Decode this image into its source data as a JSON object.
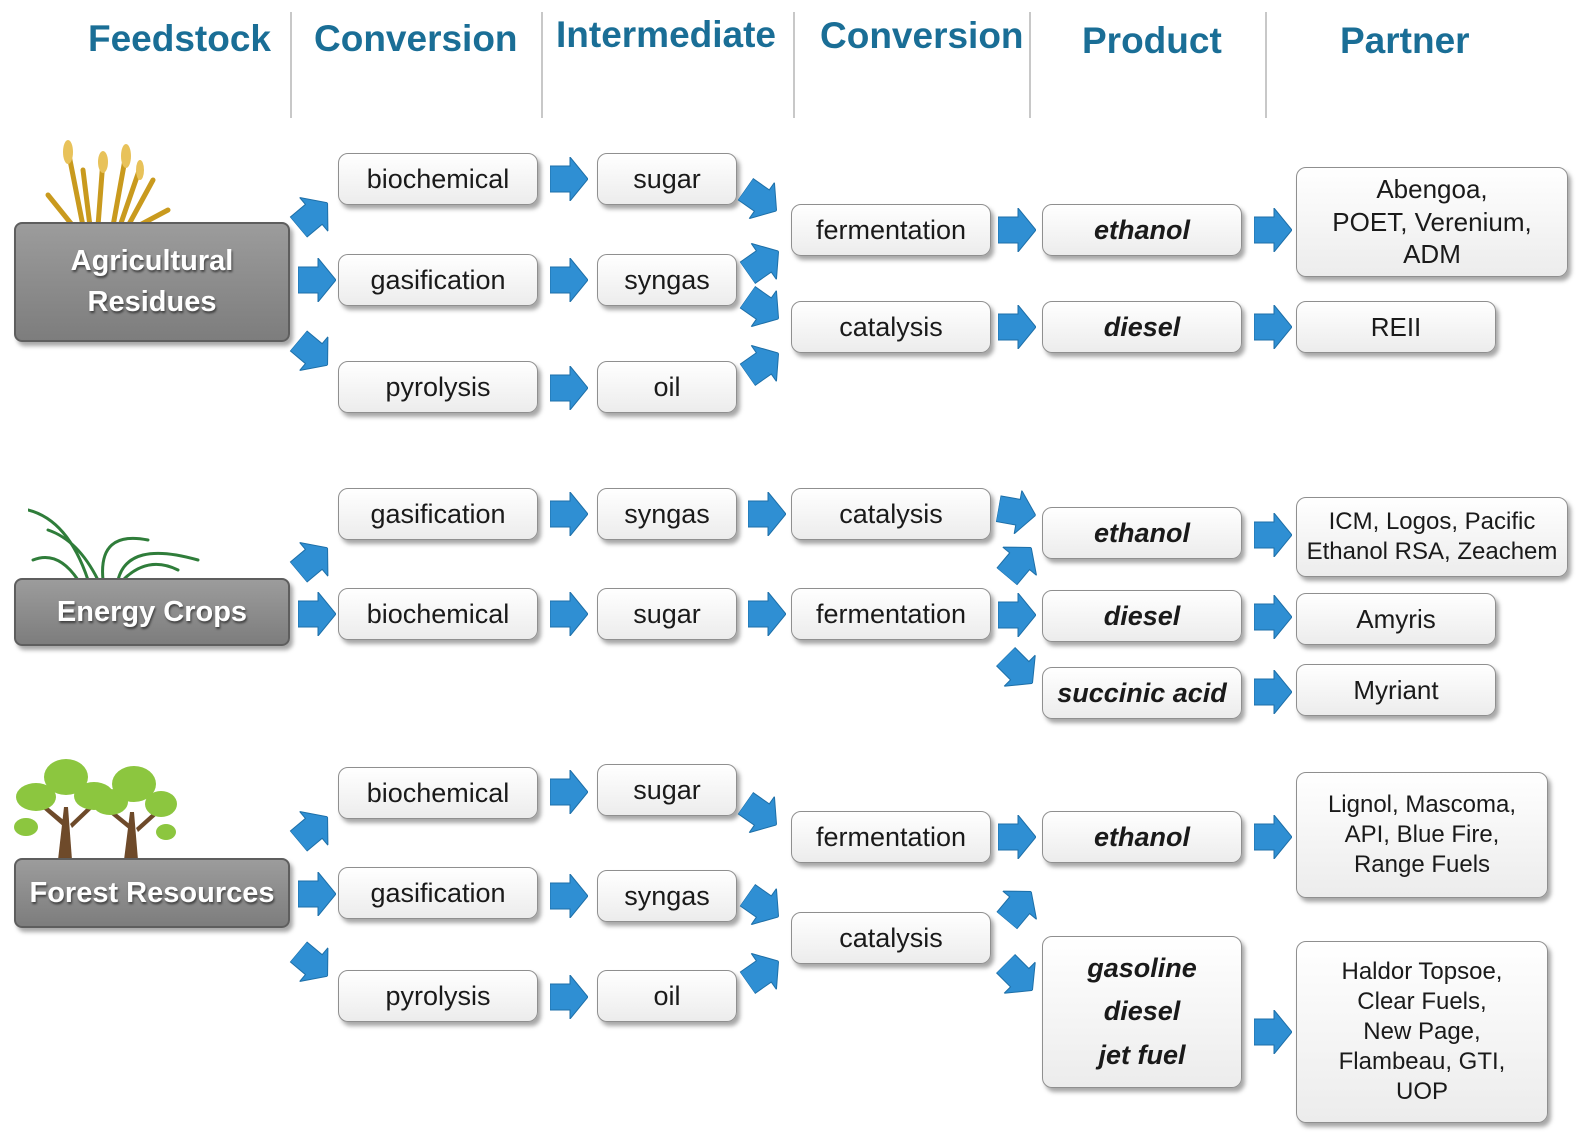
{
  "headers": {
    "feedstock": "Feedstock",
    "conversion1": "Conversion",
    "intermediate": "Intermediate",
    "conversion2": "Conversion",
    "product": "Product",
    "partner": "Partner"
  },
  "agricultural": {
    "feedstock_line1": "Agricultural",
    "feedstock_line2": "Residues",
    "conv": [
      "biochemical",
      "gasification",
      "pyrolysis"
    ],
    "inter": [
      "sugar",
      "syngas",
      "oil"
    ],
    "conv2": [
      "fermentation",
      "catalysis"
    ],
    "products": [
      "ethanol",
      "diesel"
    ],
    "partner_ethanol": [
      "Abengoa,",
      "POET, Verenium,",
      "ADM"
    ],
    "partner_diesel": "REII"
  },
  "energy": {
    "feedstock": "Energy Crops",
    "conv": [
      "gasification",
      "biochemical"
    ],
    "inter": [
      "syngas",
      "sugar"
    ],
    "conv2": [
      "catalysis",
      "fermentation"
    ],
    "products": [
      "ethanol",
      "diesel",
      "succinic acid"
    ],
    "partner_ethanol": [
      "ICM,  Logos, Pacific",
      "Ethanol RSA, Zeachem"
    ],
    "partner_diesel": "Amyris",
    "partner_succinic": "Myriant"
  },
  "forest": {
    "feedstock": "Forest Resources",
    "conv": [
      "biochemical",
      "gasification",
      "pyrolysis"
    ],
    "inter": [
      "sugar",
      "syngas",
      "oil"
    ],
    "conv2": [
      "fermentation",
      "catalysis"
    ],
    "products": [
      "ethanol",
      "gasoline",
      "diesel",
      "jet fuel"
    ],
    "partner_ethanol": [
      "Lignol, Mascoma,",
      "API, Blue Fire,",
      "Range Fuels"
    ],
    "partner_fuels": [
      "Haldor Topsoe,",
      "Clear Fuels,",
      "New Page,",
      "Flambeau, GTI,",
      "UOP"
    ]
  },
  "colors": {
    "header": "#1a6e96",
    "arrow": "#2f8fd3",
    "feedstock_box": "#8a8a8a"
  }
}
